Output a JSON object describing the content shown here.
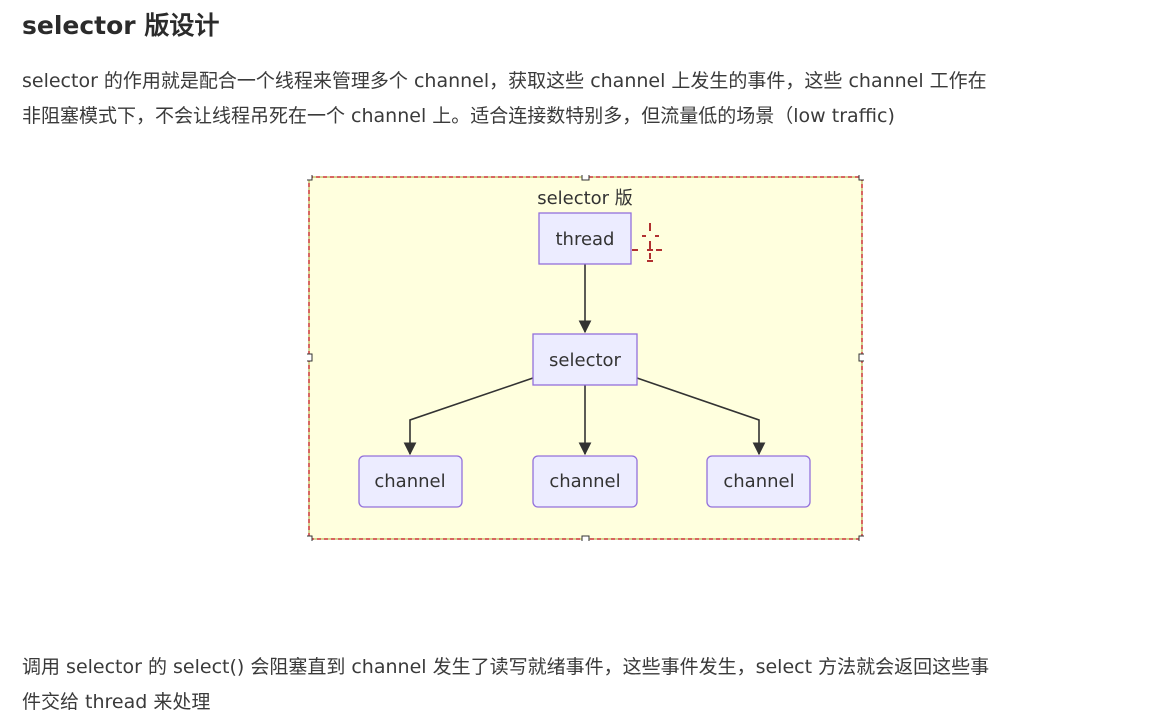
{
  "heading": "selector 版设计",
  "paragraph1": {
    "line1": "selector 的作用就是配合一个线程来管理多个 channel，获取这些 channel 上发生的事件，这些 channel 工作在",
    "line2": "非阻塞模式下，不会让线程吊死在一个 channel 上。适合连接数特别多，但流量低的场景（low traffic)"
  },
  "diagram": {
    "cluster_title": "selector 版",
    "nodes": {
      "thread": "thread",
      "selector": "selector",
      "channel1": "channel",
      "channel2": "channel",
      "channel3": "channel"
    },
    "colors": {
      "cluster_fill": "#ffffde",
      "cluster_border": "#aaaa33",
      "selection_border": "#cc3333",
      "node_fill": "#ececff",
      "node_border": "#9370db",
      "edge": "#333333"
    }
  },
  "paragraph2": {
    "line1": "调用 selector 的 select() 会阻塞直到 channel 发生了读写就绪事件，这些事件发生，select 方法就会返回这些事",
    "line2": "件交给 thread 来处理"
  }
}
